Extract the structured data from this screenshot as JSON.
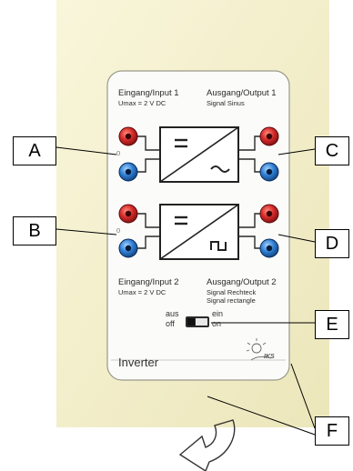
{
  "device": {
    "name": "Inverter",
    "logo_text": "IKS",
    "colors": {
      "housing": "#f6f2cf",
      "panel": "#fbfbfa",
      "socket_red": "#d42a2a",
      "socket_blue": "#2f7fd3",
      "line": "#2a2a2a"
    }
  },
  "input1": {
    "title": "Eingang/Input 1",
    "spec": "Umax = 2 V DC",
    "zero_label": "0"
  },
  "output1": {
    "title": "Ausgang/Output 1",
    "spec": "Signal Sinus",
    "symbol": "~"
  },
  "input2": {
    "title": "Eingang/Input 2",
    "spec": "Umax = 2 V DC",
    "zero_label": "0"
  },
  "output2": {
    "title": "Ausgang/Output 2",
    "spec_line1": "Signal Rechteck",
    "spec_line2": "Signal rectangle",
    "symbol": "square-wave"
  },
  "converter": {
    "symbol": "="
  },
  "switch": {
    "off_de": "aus",
    "off_en": "off",
    "on_de": "ein",
    "on_en": "on"
  },
  "callouts": [
    "A",
    "B",
    "C",
    "D",
    "E",
    "F"
  ],
  "rotate_arrow": "curved-arrow-icon"
}
